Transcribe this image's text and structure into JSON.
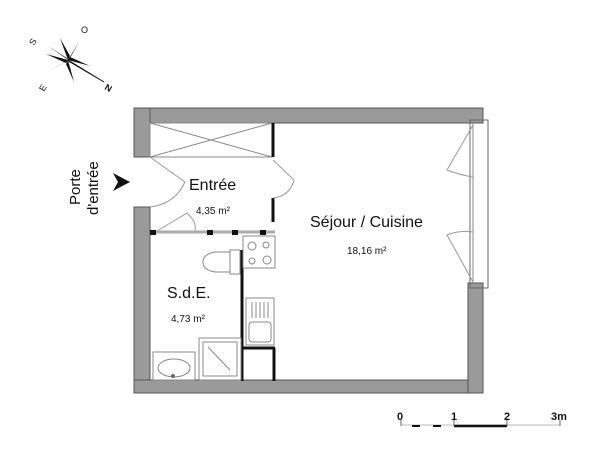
{
  "compass": {
    "north": "N",
    "south": "S",
    "east": "E",
    "west": "O"
  },
  "entrance": {
    "label_line1": "Porte",
    "label_line2": "d'entrée"
  },
  "rooms": [
    {
      "name": "Entrée",
      "area": "4,35 m²"
    },
    {
      "name": "Séjour / Cuisine",
      "area": "18,16 m²"
    },
    {
      "name": "S.d.E.",
      "area": "4,73 m²"
    }
  ],
  "scale_bar": {
    "ticks": [
      "0",
      "1",
      "2",
      "3m"
    ]
  },
  "colors": {
    "wall": "#9a9a9a",
    "partition": "#111111",
    "fixture": "#888888"
  }
}
